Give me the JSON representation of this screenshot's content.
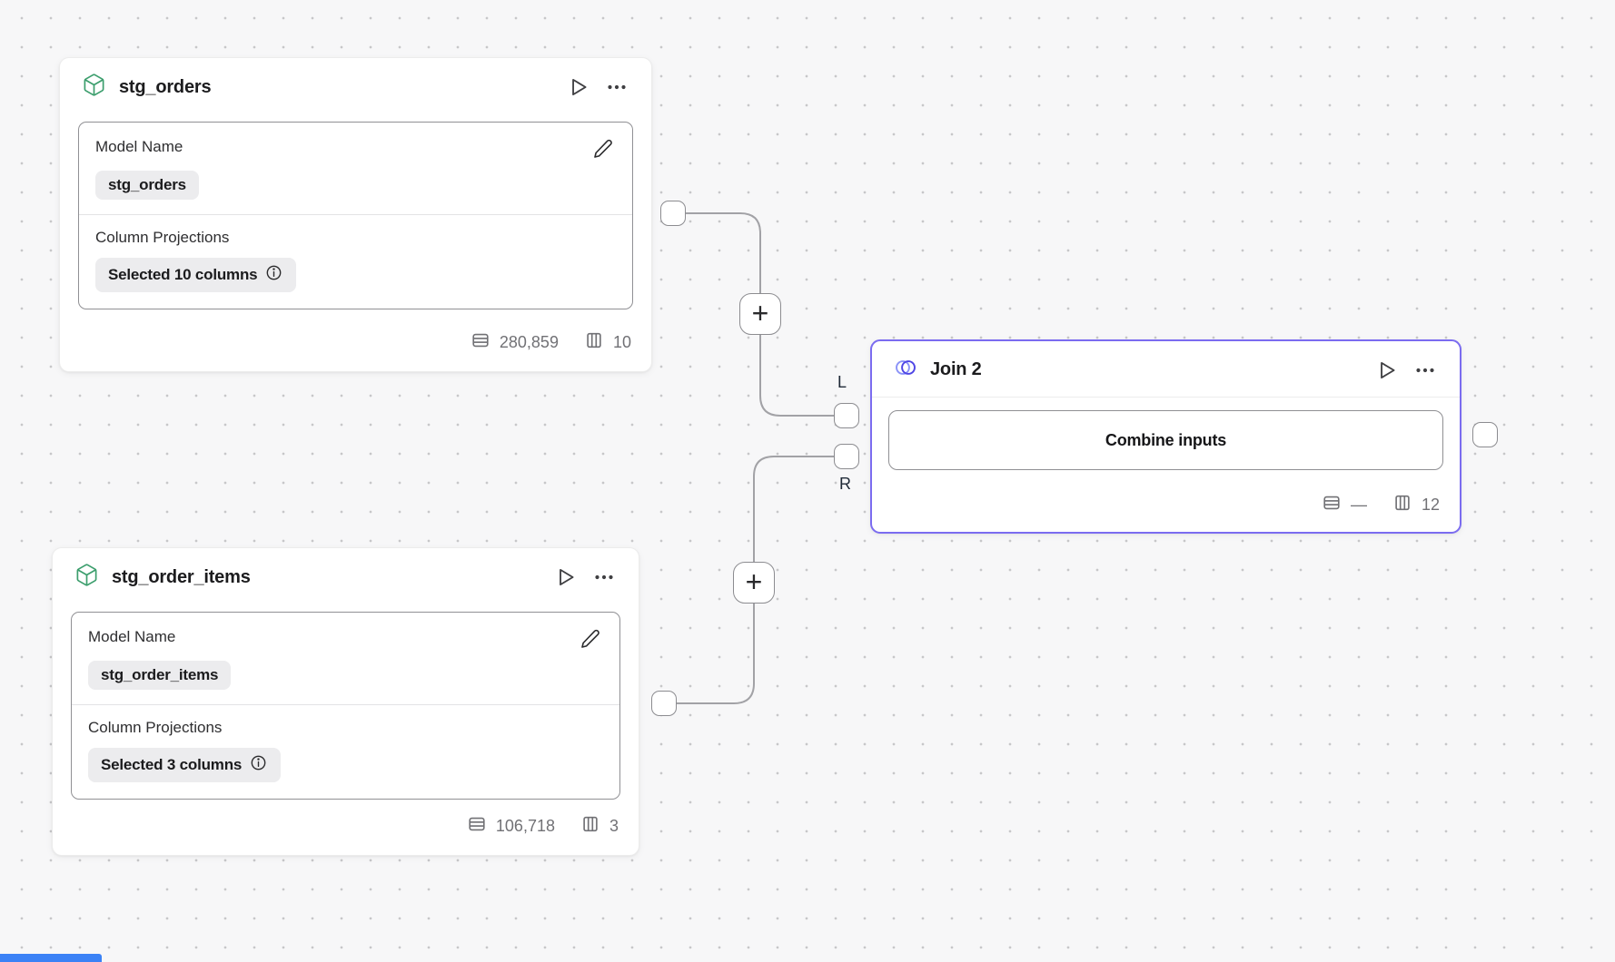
{
  "canvas": {
    "bottom_left_accent_color": "#3b82f6",
    "selection_accent_color": "#7b6cf0"
  },
  "ports": {
    "left_label": "L",
    "right_label": "R"
  },
  "edges": {
    "add_button_label": "+"
  },
  "nodes": {
    "stg_orders": {
      "title": "stg_orders",
      "icon": "model-box-icon",
      "model_name_label": "Model Name",
      "model_name_value": "stg_orders",
      "projections_label": "Column Projections",
      "projections_value": "Selected 10 columns",
      "row_count": "280,859",
      "column_count": "10"
    },
    "stg_order_items": {
      "title": "stg_order_items",
      "icon": "model-box-icon",
      "model_name_label": "Model Name",
      "model_name_value": "stg_order_items",
      "projections_label": "Column Projections",
      "projections_value": "Selected 3 columns",
      "row_count": "106,718",
      "column_count": "3"
    },
    "join2": {
      "title": "Join 2",
      "icon": "join-venn-icon",
      "button_label": "Combine inputs",
      "row_count": "—",
      "column_count": "12"
    }
  }
}
